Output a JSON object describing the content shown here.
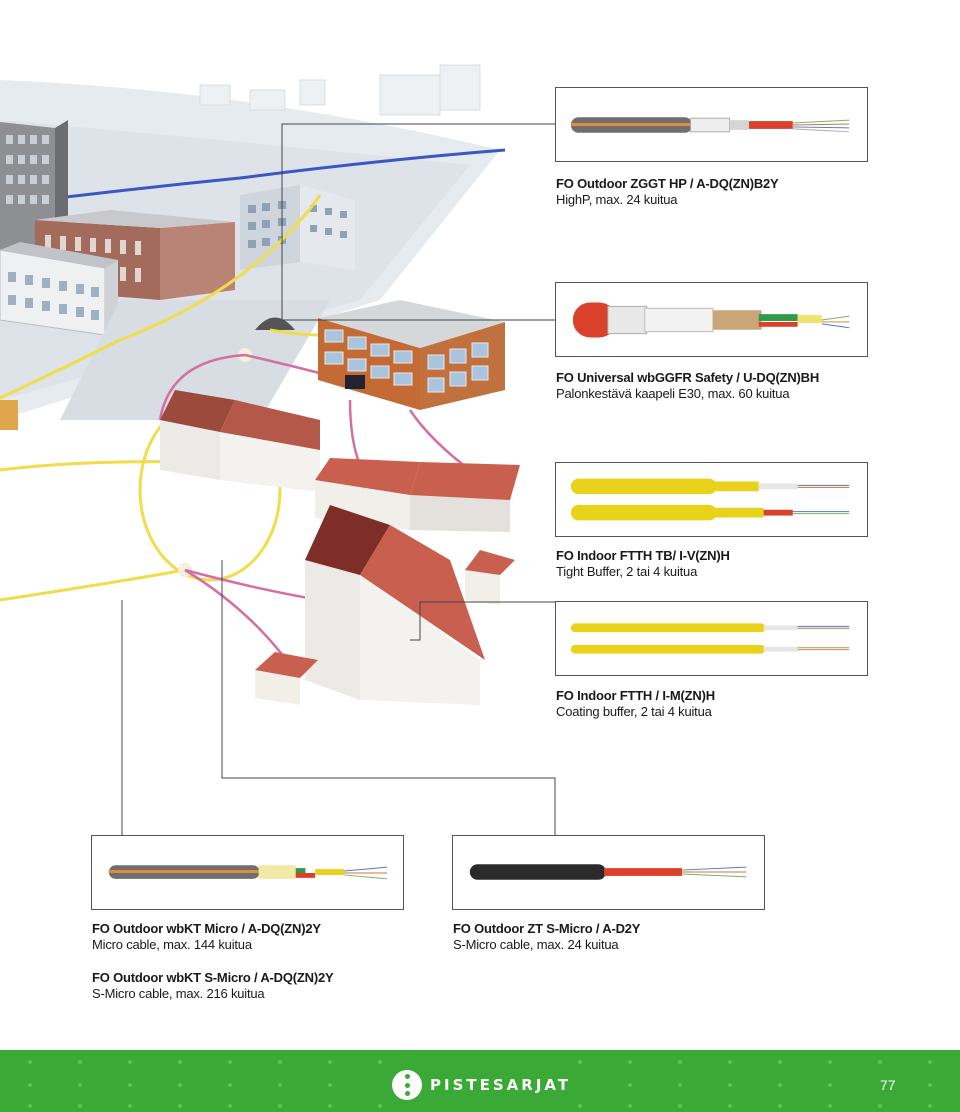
{
  "products": [
    {
      "title": "FO Outdoor ZGGT HP / A-DQ(ZN)B2Y",
      "desc": "HighP, max. 24 kuitua"
    },
    {
      "title": "FO Universal wbGGFR Safety / U-DQ(ZN)BH",
      "desc": "Palonkestävä kaapeli E30, max. 60 kuitua"
    },
    {
      "title": "FO Indoor FTTH TB/ I-V(ZN)H",
      "desc": "Tight Buffer, 2 tai 4 kuitua"
    },
    {
      "title": "FO Indoor FTTH / I-M(ZN)H",
      "desc": "Coating buffer, 2 tai 4 kuitua"
    },
    {
      "title": "FO Outdoor wbKT Micro / A-DQ(ZN)2Y",
      "desc": "Micro cable, max. 144 kuitua"
    },
    {
      "title": "FO Outdoor ZT S-Micro / A-D2Y",
      "desc": "S-Micro cable, max. 24 kuitua"
    },
    {
      "title": "FO Outdoor wbKT S-Micro / A-DQ(ZN)2Y",
      "desc": "S-Micro cable, max. 216 kuitua"
    }
  ],
  "footer": {
    "brand": "PISTESARJAT",
    "page_number": "77",
    "color": "#3aa935"
  },
  "colors": {
    "yellow_cable": "#e8d21a",
    "grey_cable": "#6f6f6f",
    "red_cable": "#d9412b",
    "black_cable": "#2a2a2a",
    "fiber_path": "#f1dc4a",
    "drop_cable": "#d46ea3"
  }
}
